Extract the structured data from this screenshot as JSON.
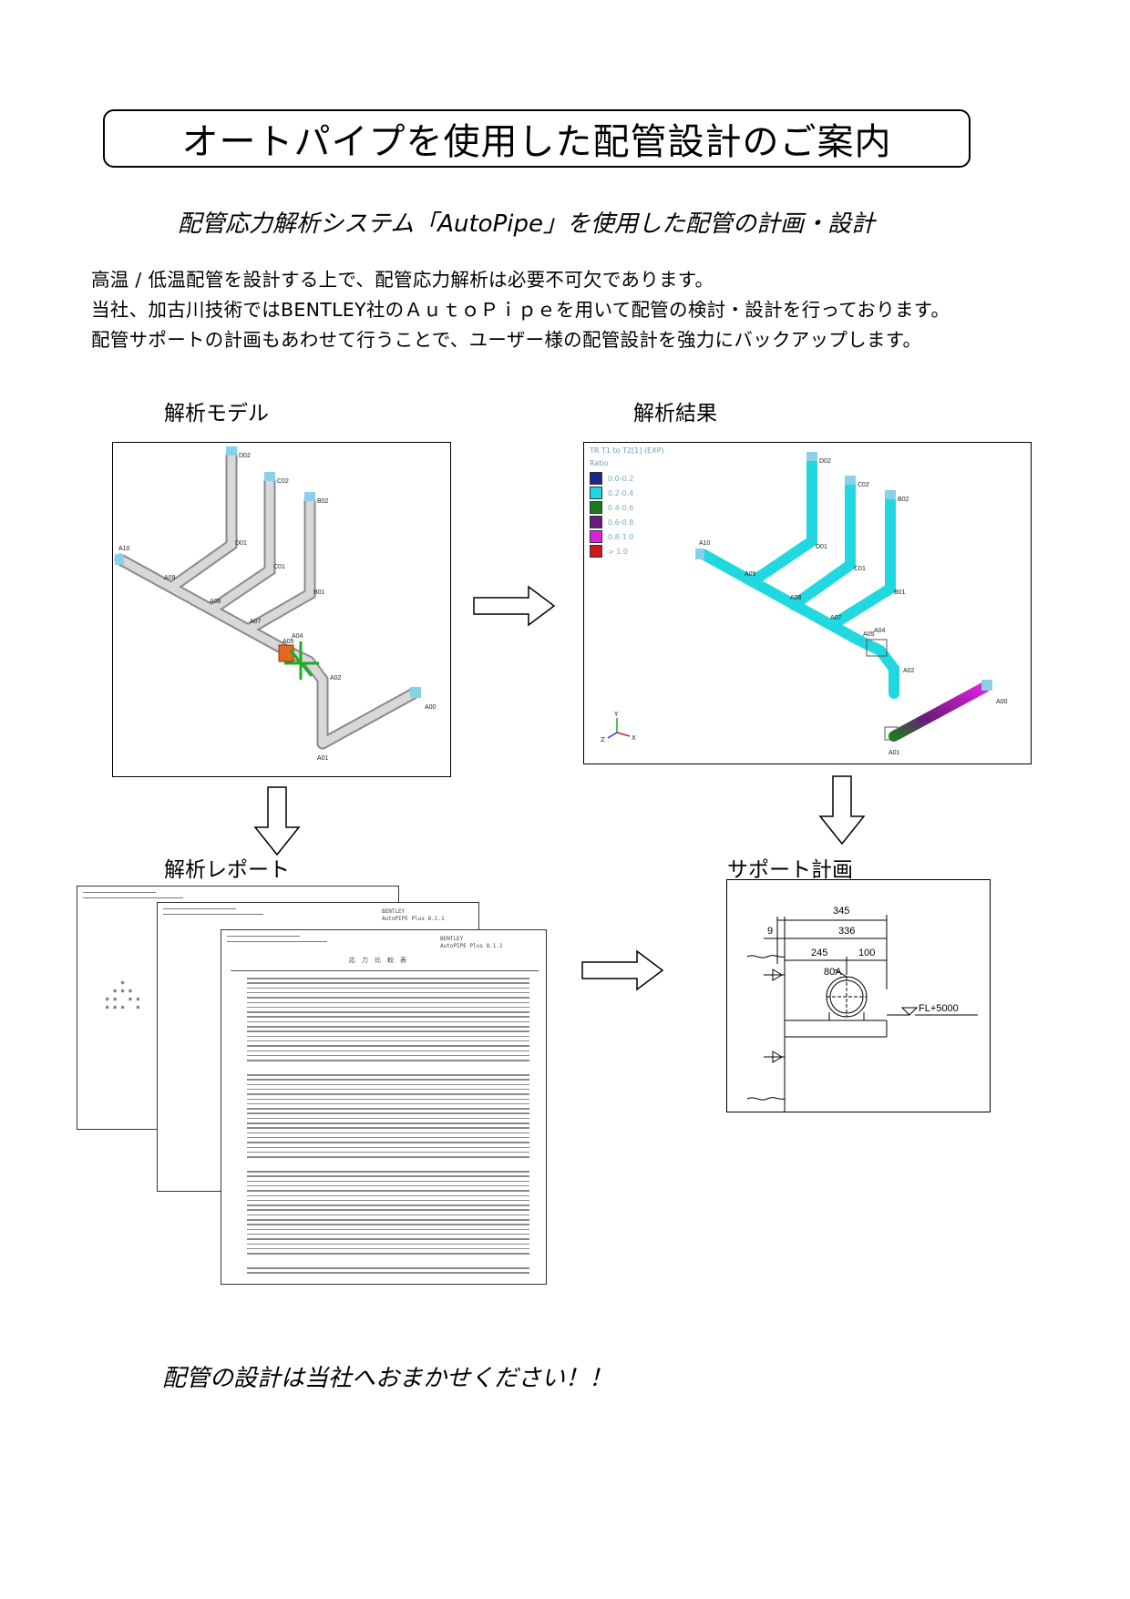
{
  "header": {
    "title": "オートパイプを使用した配管設計のご案内",
    "subtitle": "配管応力解析システム「AutoPipe」を使用した配管の計画・設計"
  },
  "intro": {
    "line1": "高温 / 低温配管を設計する上で、配管応力解析は必要不可欠であります。",
    "line2": "当社、加古川技術ではBENTLEY社のＡｕｔｏＰｉｐｅを用いて配管の検討・設計を行っております。",
    "line3": "配管サポートの計画もあわせて行うことで、ユーザー様の配管設計を強力にバックアップします。"
  },
  "sections": {
    "model": "解析モデル",
    "result": "解析結果",
    "report": "解析レポート",
    "support": "サポート計画"
  },
  "model_nodes": {
    "d02": "D02",
    "c02": "C02",
    "b02": "B02",
    "d01": "D01",
    "c01": "C01",
    "b01": "B01",
    "a10": "A10",
    "a09": "A09",
    "a08": "A08",
    "a07": "A07",
    "a05": "A05",
    "a04": "A04",
    "a02": "A02",
    "a01": "A01",
    "a00": "A00"
  },
  "result_panel": {
    "heading": "TR T1 to T2[1] (EXP)",
    "ratio_label": "Ratio",
    "legend": [
      {
        "label": "0.0-0.2",
        "color": "#1a2a8a"
      },
      {
        "label": "0.2-0.4",
        "color": "#22d8e0"
      },
      {
        "label": "0.4-0.6",
        "color": "#1e7a1e"
      },
      {
        "label": "0.6-0.8",
        "color": "#6a1a7a"
      },
      {
        "label": "0.8-1.0",
        "color": "#e020e0"
      },
      {
        "label": "> 1.0",
        "color": "#d01818"
      }
    ],
    "axis_x": "X",
    "axis_y": "Y",
    "axis_z": "Z"
  },
  "support_drawing": {
    "dim_345": "345",
    "dim_336": "336",
    "dim_9": "9",
    "dim_245": "245",
    "dim_100": "100",
    "pipe_size": "80A",
    "elevation": "FL+5000"
  },
  "report_sheets": {
    "sheet_title": "応　力　比　較　表",
    "vendor": "BENTLEY",
    "product": "AutoPIPE Plus 8.1.1"
  },
  "closing": "配管の設計は当社へおまかせください！！",
  "colors": {
    "pipe_gray": "#c8c8c8",
    "pipe_cyan": "#22d8e0",
    "pipe_magenta": "#e020e0",
    "anchor_blue": "#8ad0e8"
  }
}
